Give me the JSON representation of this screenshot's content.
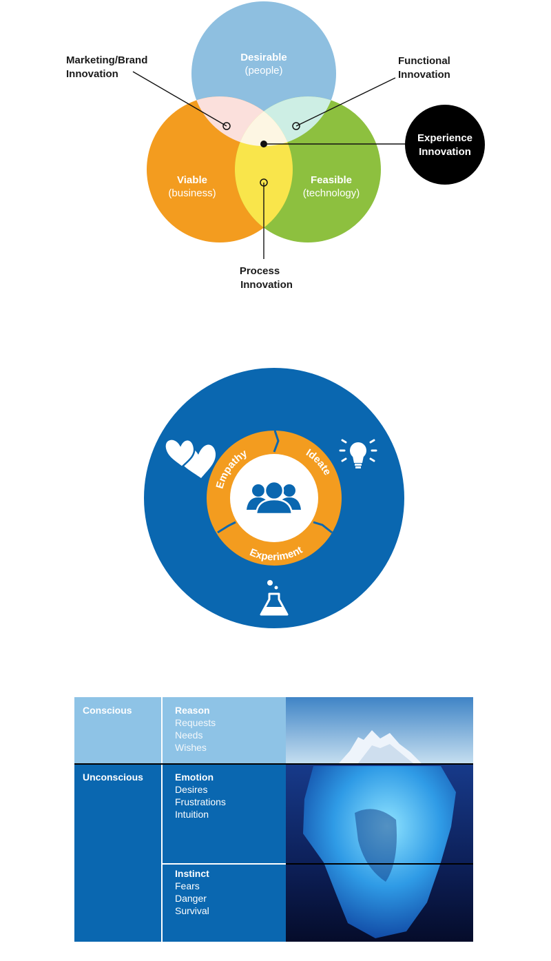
{
  "venn": {
    "desirable": {
      "title": "Desirable",
      "sub": "(people)",
      "color": "#8ebfe0"
    },
    "viable": {
      "title": "Viable",
      "sub": "(business)",
      "color": "#f39c1f"
    },
    "feasible": {
      "title": "Feasible",
      "sub": "(technology)",
      "color": "#8dc03f"
    },
    "overlap_marketing_color": "#fbe0dc",
    "overlap_functional_color": "#cdeee4",
    "overlap_process_color": "#f9e54b",
    "overlap_center_color": "#fdf6e3",
    "callouts": {
      "marketing": [
        "Marketing/Brand",
        "Innovation"
      ],
      "functional": [
        "Functional",
        "Innovation"
      ],
      "experience": [
        "Experience",
        "Innovation"
      ],
      "process": [
        "Process",
        "Innovation"
      ]
    }
  },
  "cycle": {
    "outer_color": "#0a67b0",
    "ring_color": "#f39c1f",
    "stages": [
      "Empathy",
      "Ideate",
      "Experiment"
    ],
    "icons": [
      "hearts-icon",
      "lightbulb-icon",
      "flask-icon",
      "people-icon"
    ]
  },
  "iceberg_table": {
    "light_color": "#8ec3e6",
    "dark_color": "#0a67b0",
    "rows": [
      {
        "level": "Conscious",
        "title": "Reason",
        "items": [
          "Requests",
          "Needs",
          "Wishes"
        ]
      },
      {
        "level": "Unconscious",
        "title": "Emotion",
        "items": [
          "Desires",
          "Frustrations",
          "Intuition"
        ]
      },
      {
        "level": "",
        "title": "Instinct",
        "items": [
          "Fears",
          "Danger",
          "Survival"
        ]
      }
    ]
  }
}
